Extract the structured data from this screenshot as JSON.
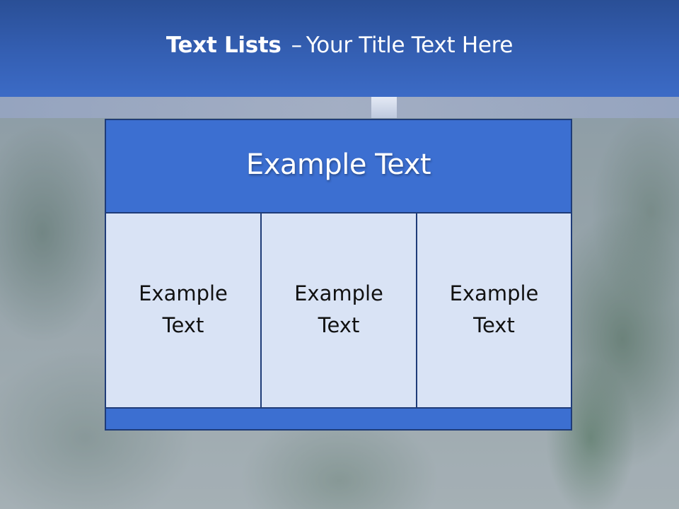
{
  "slide": {
    "title_bold": "Text Lists",
    "title_dash": "–",
    "title_rest": "Your Title Text Here"
  },
  "diagram": {
    "header": "Example Text",
    "columns": [
      {
        "text": "Example Text"
      },
      {
        "text": "Example Text"
      },
      {
        "text": "Example Text"
      }
    ]
  },
  "colors": {
    "title_bar": "#345fb3",
    "header_fill": "#3c6fd1",
    "cell_fill": "#d9e3f5",
    "border": "#1f3c78"
  }
}
